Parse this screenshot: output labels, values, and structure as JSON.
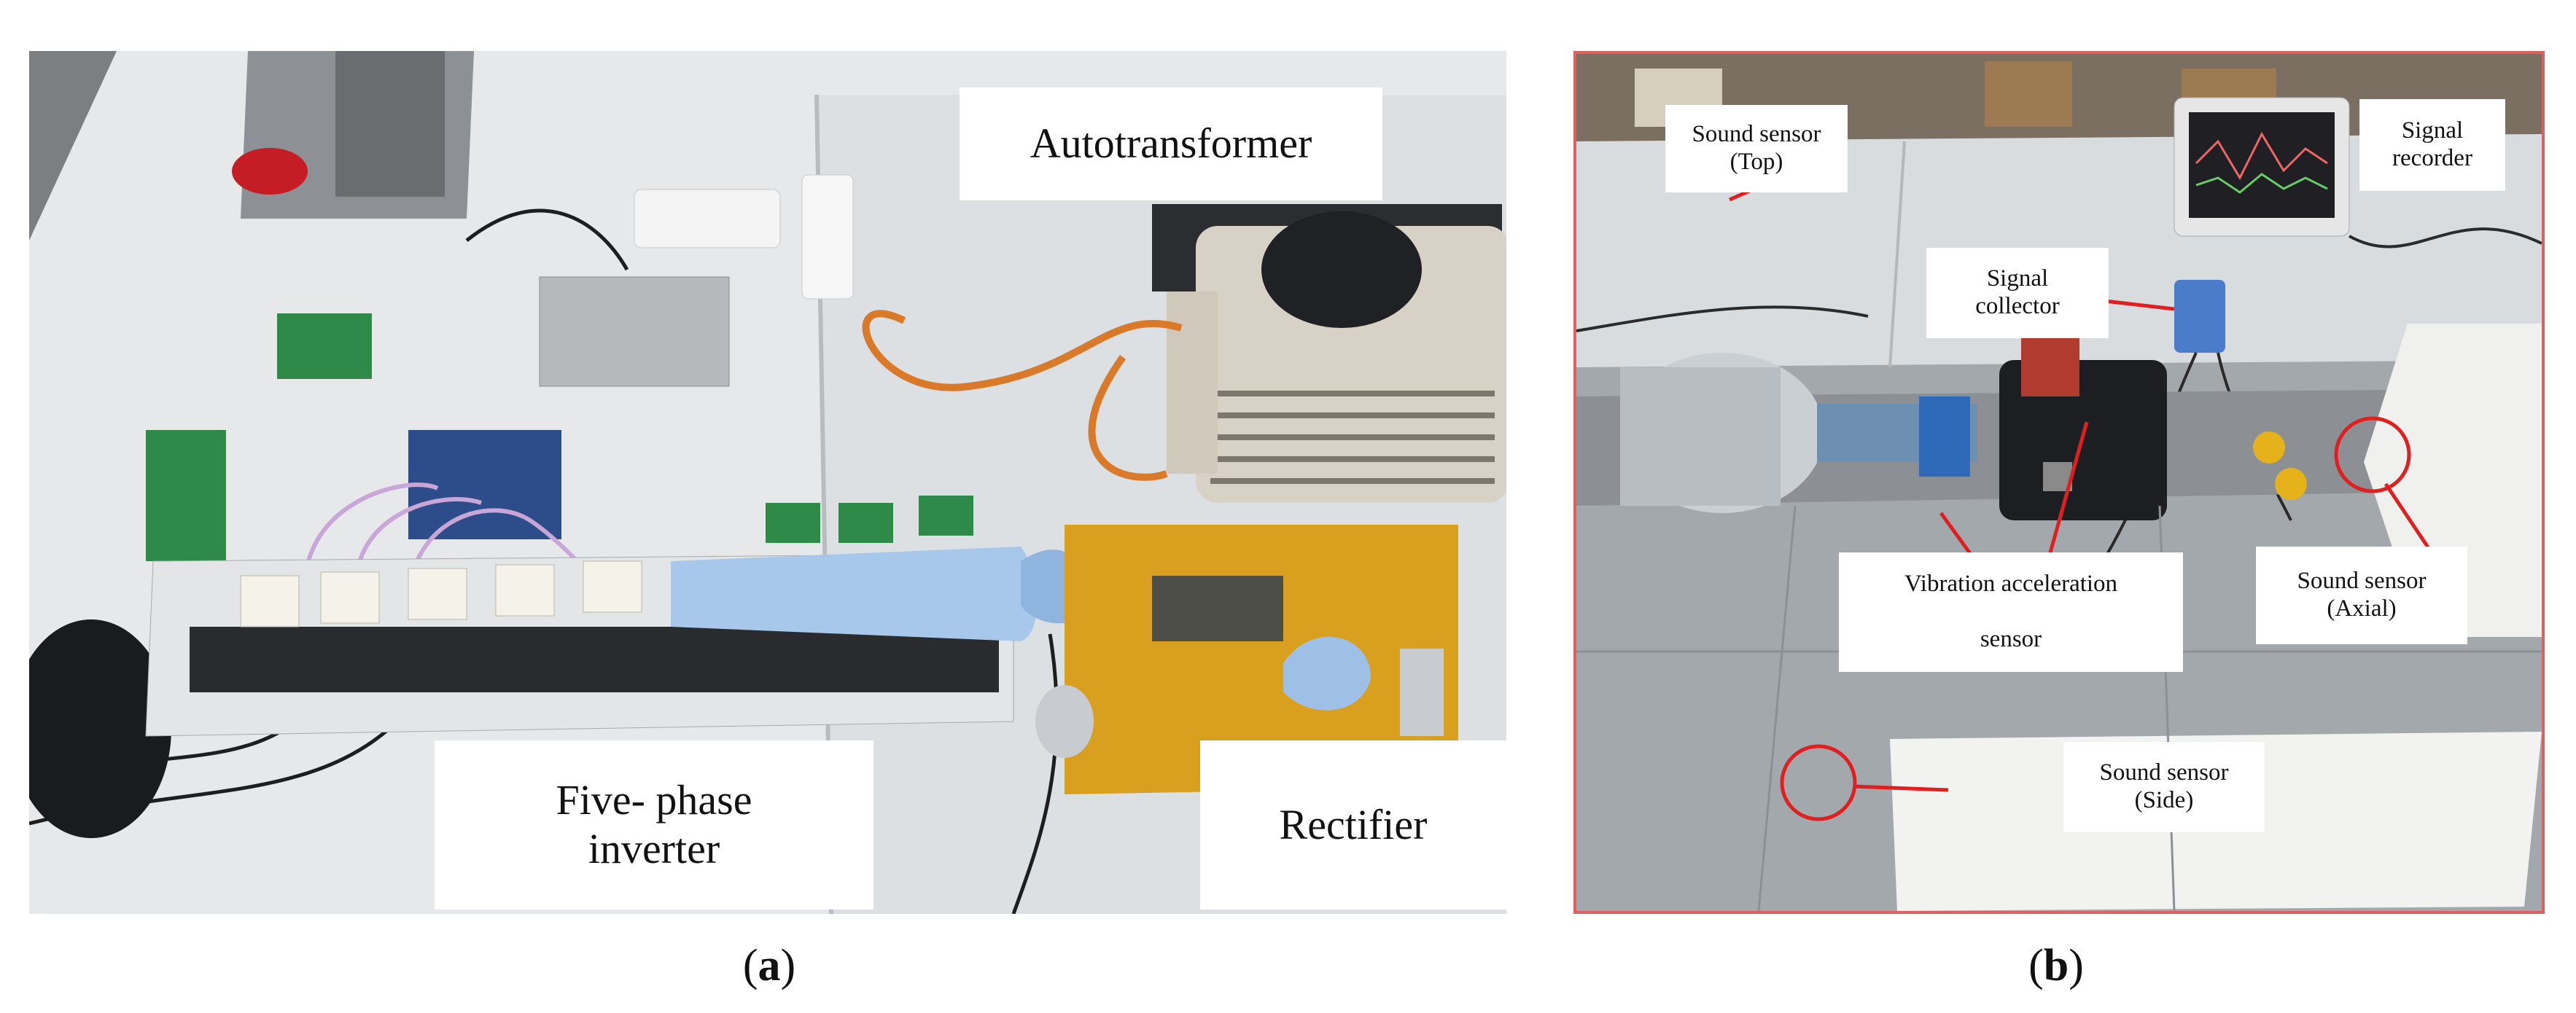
{
  "panel_a": {
    "labels": {
      "autotransformer": "Autotransformer",
      "five_phase_inverter": "Five- phase\ninverter",
      "rectifier": "Rectifier"
    },
    "caption": "a"
  },
  "panel_b": {
    "labels": {
      "sound_sensor_top": "Sound sensor\n(Top)",
      "signal_recorder": "Signal\nrecorder",
      "signal_collector": "Signal\ncollector",
      "vibration_sensor": "Vibration acceleration\n\nsensor",
      "sound_sensor_axial": "Sound sensor\n(Axial)",
      "sound_sensor_side": "Sound sensor\n(Side)"
    },
    "caption": "b",
    "annotation_color": "#e02020"
  }
}
